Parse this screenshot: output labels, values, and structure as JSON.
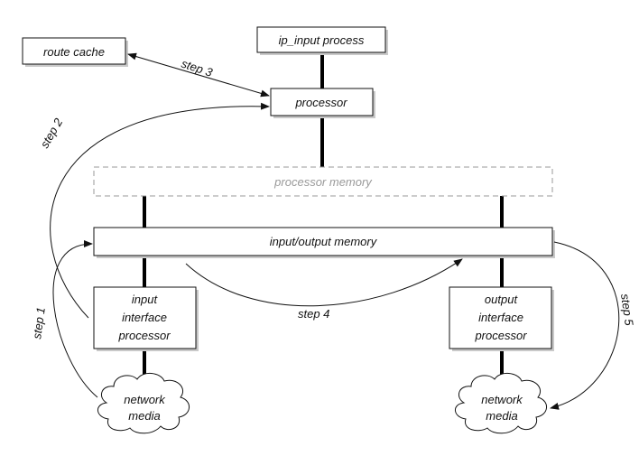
{
  "nodes": {
    "route_cache": "route cache",
    "ip_input_process": "ip_input process",
    "processor": "processor",
    "processor_memory": "processor memory",
    "io_memory": "input/output memory",
    "input_processor": [
      "input",
      "interface",
      "processor"
    ],
    "output_processor": [
      "output",
      "interface",
      "processor"
    ],
    "network_media_left": [
      "network",
      "media"
    ],
    "network_media_right": [
      "network",
      "media"
    ]
  },
  "steps": {
    "step1": "step 1",
    "step2": "step 2",
    "step3": "step 3",
    "step4": "step 4",
    "step5": "step 5"
  }
}
